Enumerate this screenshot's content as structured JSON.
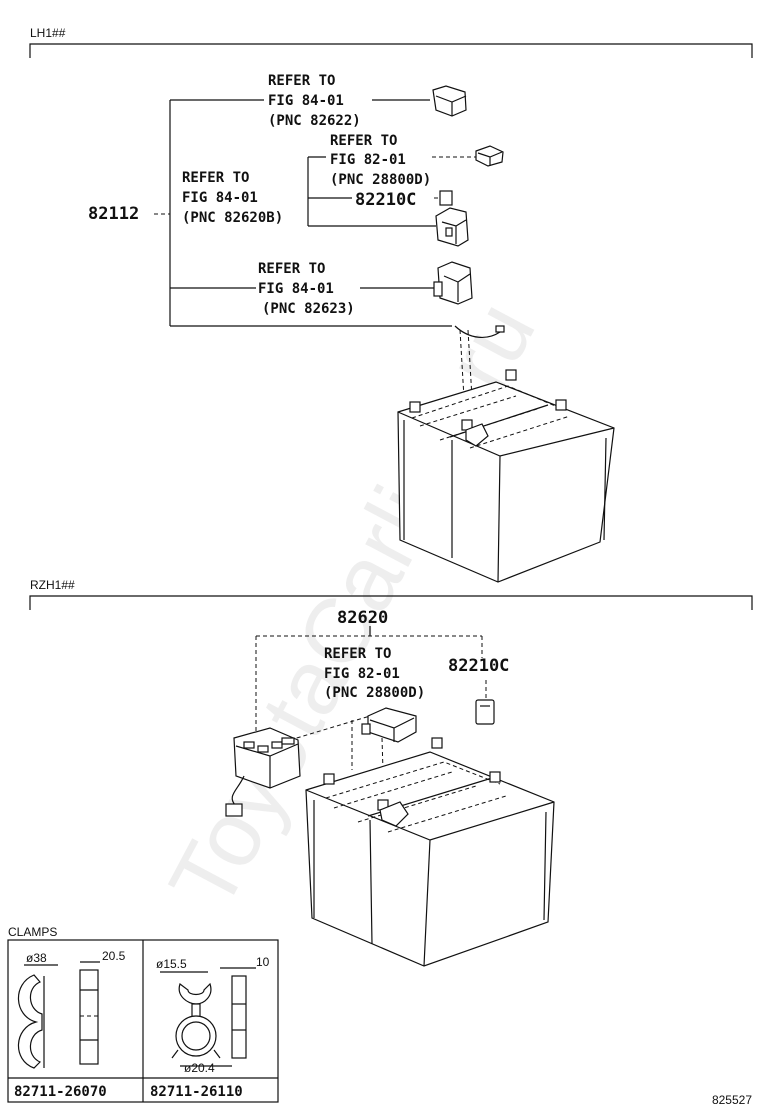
{
  "sections": {
    "lh": {
      "label": "LH1##"
    },
    "rzh": {
      "label": "RZH1##"
    },
    "clamps": {
      "label": "CLAMPS"
    }
  },
  "lh_callouts": {
    "main_part": "82112",
    "refer_a": {
      "l1": "REFER TO",
      "l2": "FIG 84-01",
      "l3": "(PNC 82622)"
    },
    "refer_b": {
      "l1": "REFER TO",
      "l2": "FIG 82-01",
      "l3": "(PNC 28800D)"
    },
    "refer_c": {
      "l1": "REFER TO",
      "l2": "FIG 84-01",
      "l3": "(PNC 82620B)"
    },
    "part_82210c": "82210C",
    "refer_d": {
      "l1": "REFER TO",
      "l2": "FIG 84-01",
      "l3": "(PNC 82623)"
    }
  },
  "rzh_callouts": {
    "main_part": "82620",
    "refer": {
      "l1": "REFER TO",
      "l2": "FIG 82-01",
      "l3": "(PNC 28800D)"
    },
    "part_82210c": "82210C"
  },
  "clamps": {
    "left": {
      "dim_diameter": "ø38",
      "dim_width": "20.5",
      "part_no": "82711-26070"
    },
    "right": {
      "dim_diameter_top": "ø15.5",
      "dim_width": "10",
      "dim_diameter_bottom": "ø20.4",
      "part_no": "82711-26110"
    }
  },
  "footer": {
    "diagram_no": "825527"
  },
  "watermark": "ToyotaCarline.ru"
}
